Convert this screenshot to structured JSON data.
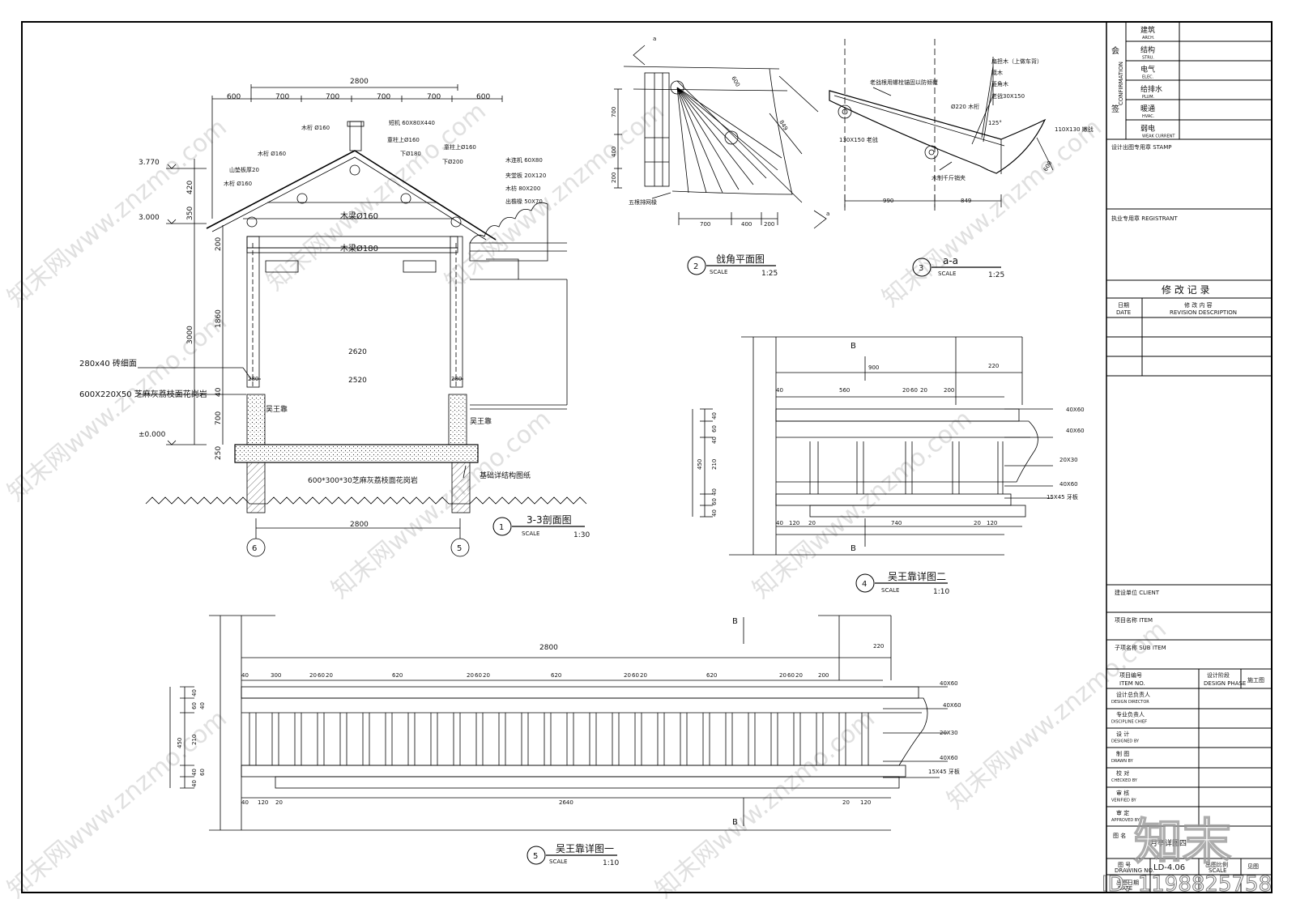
{
  "views": {
    "v1": {
      "num": "1",
      "title": "3-3剖面图",
      "scale_label": "SCALE",
      "scale": "1:30"
    },
    "v2": {
      "num": "2",
      "title": "戗角平面图",
      "scale_label": "SCALE",
      "scale": "1:25"
    },
    "v3": {
      "num": "3",
      "title": "a-a",
      "scale_label": "SCALE",
      "scale": "1:25"
    },
    "v4": {
      "num": "4",
      "title": "吴王靠详图二",
      "scale_label": "SCALE",
      "scale": "1:10"
    },
    "v5": {
      "num": "5",
      "title": "吴王靠详图一",
      "scale_label": "SCALE",
      "scale": "1:10"
    }
  },
  "section": {
    "dims_top": [
      "2800",
      "600",
      "700",
      "700",
      "700",
      "700",
      "600"
    ],
    "dims_left": [
      "420",
      "350",
      "200",
      "3000",
      "1860",
      "40",
      "700",
      "250"
    ],
    "levels": [
      "3.770",
      "3.000",
      "±0.000"
    ],
    "labels": {
      "mulin1": "木桁 Ø160",
      "duanji": "短机 60X80X440",
      "mulin2": "木桁 Ø160",
      "tongzhu1": "童柱上Ø160",
      "tongzhu2": "童柱上Ø160",
      "xia180": "下Ø180",
      "xia200": "下Ø200",
      "shanban": "山垫板厚20",
      "mulin3": "木桁 Ø160",
      "lianji": "木连机 60X80",
      "jiatangban": "夹堂板 20X120",
      "mufang": "木枋 80X200",
      "chuanyan": "出檐椽 50X70",
      "muliang160": "木梁Ø160",
      "muliang180": "木梁Ø180",
      "zhuanximian": "280x40 砖细面",
      "gangyan": "600X220X50 芝麻灰荔枝面花岗岩",
      "wuwangkao_l": "吴王靠",
      "wuwangkao_r": "吴王靠",
      "floor": "600*300*30芝麻灰荔枝面花岗岩",
      "foundation": "基础详结构图纸"
    },
    "inner": [
      "2620",
      "2520",
      "280",
      "280"
    ],
    "bottom_dim": "2800",
    "axes": [
      "6",
      "5"
    ]
  },
  "corner_plan": {
    "dims_left": [
      "700",
      "400",
      "200"
    ],
    "dims_bottom": [
      "700",
      "400",
      "200"
    ],
    "diag": [
      "600",
      "849"
    ],
    "section_mark": "a",
    "label": "五根排网椽"
  },
  "aa_section": {
    "labels": [
      "扁担木（上做车背）",
      "箴木",
      "菱角木",
      "老戗30X150",
      "老戗根用螺栓锚固以防倾覆",
      "Ø220 木桁",
      "130X150 老戗",
      "110X130 嫩戗",
      "木制千斤销夹"
    ],
    "angle": "125°",
    "dims": [
      "990",
      "849",
      "600"
    ]
  },
  "bench2": {
    "mark": "B",
    "top": [
      "900",
      "220"
    ],
    "row": [
      "40",
      "560",
      "20",
      "60",
      "20",
      "200"
    ],
    "left": [
      "450",
      "40",
      "60",
      "40",
      "210",
      "40",
      "60",
      "40"
    ],
    "bottom": [
      "40",
      "120",
      "20",
      "740",
      "20",
      "120"
    ],
    "callouts": [
      "40X60",
      "40X60",
      "20X30",
      "40X60",
      "15X45 牙板"
    ]
  },
  "bench1": {
    "mark": "B",
    "total": "2800",
    "top_right": "220",
    "row": [
      "40",
      "300",
      "20",
      "60",
      "20",
      "620",
      "20",
      "60",
      "20",
      "620",
      "20",
      "60",
      "20",
      "620",
      "20",
      "60",
      "20",
      "200"
    ],
    "left": [
      "450",
      "40",
      "60",
      "40",
      "210",
      "40",
      "60",
      "40"
    ],
    "bottom": [
      "40",
      "120",
      "20",
      "2640",
      "20",
      "120"
    ],
    "callouts": [
      "40X60",
      "40X60",
      "20X30",
      "40X60",
      "15X45 牙板"
    ]
  },
  "titleblock": {
    "sign_cn": "会",
    "sign_en": "CONFIRMATION",
    "sign_cn2": "签",
    "rows": [
      {
        "cn": "建筑",
        "en": "ARCH."
      },
      {
        "cn": "结构",
        "en": "STRU."
      },
      {
        "cn": "电气",
        "en": "ELEC."
      },
      {
        "cn": "给排水",
        "en": "PLUM."
      },
      {
        "cn": "暖通",
        "en": "HVAC."
      },
      {
        "cn": "弱电",
        "en": "WEAK CURRENT"
      }
    ],
    "stamp": "设计出图专用章 STAMP",
    "registrant": "执业专用章 REGISTRANT",
    "revision_title": "修 改 记 录",
    "rev_date": "日期",
    "rev_date_en": "DATE",
    "rev_desc": "修 改 内 容",
    "rev_desc_en": "REVISION DESCRIPTION",
    "client": "建设单位 CLIENT",
    "item": "项目名称 ITEM",
    "subitem": "子项名称 SUB ITEM",
    "item_no": "项目编号",
    "item_no_en": "ITEM NO.",
    "phase": "设计阶段",
    "phase_en": "DESIGN PHASE",
    "phase_val": "施工图",
    "people": [
      {
        "cn": "设计总负责人",
        "en": "DESIGN DIRECTOR"
      },
      {
        "cn": "专业负责人",
        "en": "DISCIPLINE CHIEF"
      },
      {
        "cn": "设 计",
        "en": "DESIGNED BY"
      },
      {
        "cn": "制 图",
        "en": "DRAWN BY"
      },
      {
        "cn": "校 对",
        "en": "CHECKED BY"
      },
      {
        "cn": "审 核",
        "en": "VERIFIED BY"
      },
      {
        "cn": "审 定",
        "en": "APPROVED BY"
      }
    ],
    "drawing_name_label": "图 名",
    "drawing_name": "月亭详图四",
    "drawing_no_label": "图 号",
    "drawing_no_en": "DRAWING NO.",
    "drawing_no": "LD-4.06",
    "date_label": "出图日期",
    "date_en": "DATE",
    "scale_label": "出图比例",
    "scale_en": "SCALE",
    "scale_val": "见图"
  },
  "watermark": {
    "brand": "知末",
    "id": "ID: 1198825758",
    "site": "知末网www.znzmo.com"
  }
}
